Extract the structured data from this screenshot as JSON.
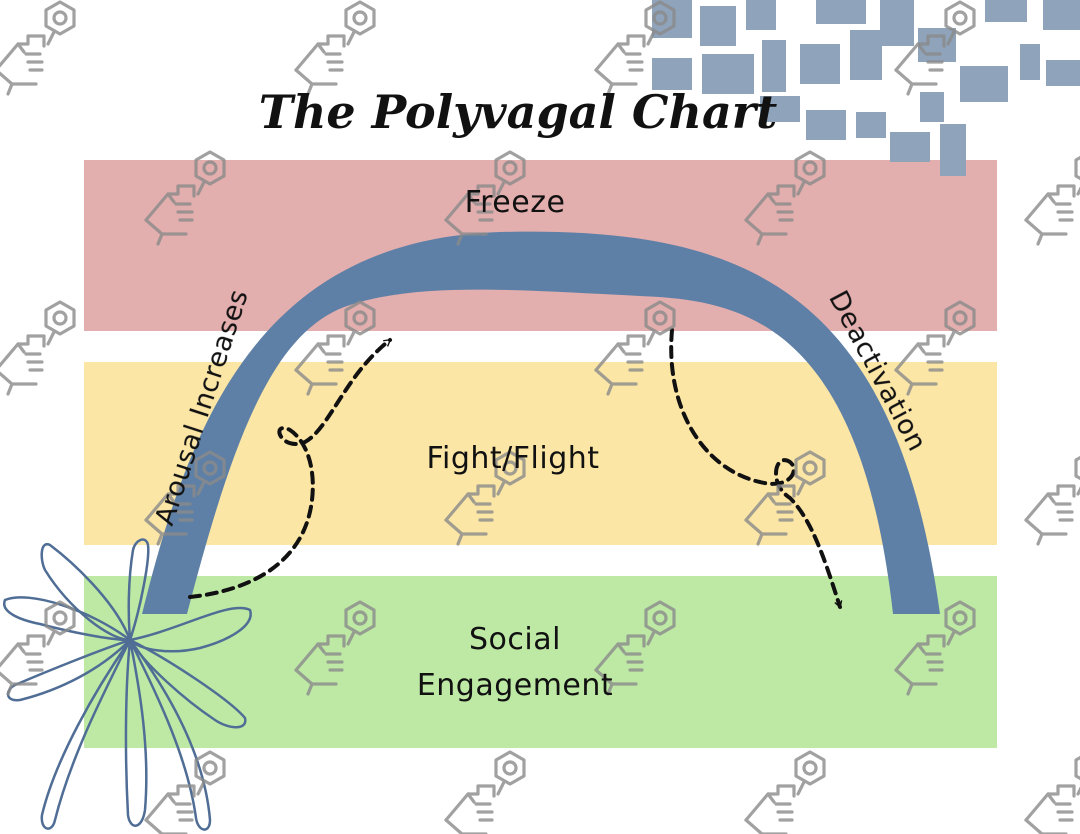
{
  "title": "The Polyvagal Chart",
  "zones": {
    "freeze": {
      "label": "Freeze",
      "color": "#e3aeae"
    },
    "fight_flight": {
      "label": "Fight/Flight",
      "color": "#fbe6a6"
    },
    "social": {
      "line1": "Social",
      "line2": "Engagement",
      "color": "#bde9a5"
    }
  },
  "arc": {
    "left_label": "Arousal Increases",
    "right_label": "Deactivation",
    "color": "#5f80a6"
  },
  "decoration": {
    "mosaic_color": "#8fa3ba",
    "flower_stroke": "#4f6d95"
  }
}
